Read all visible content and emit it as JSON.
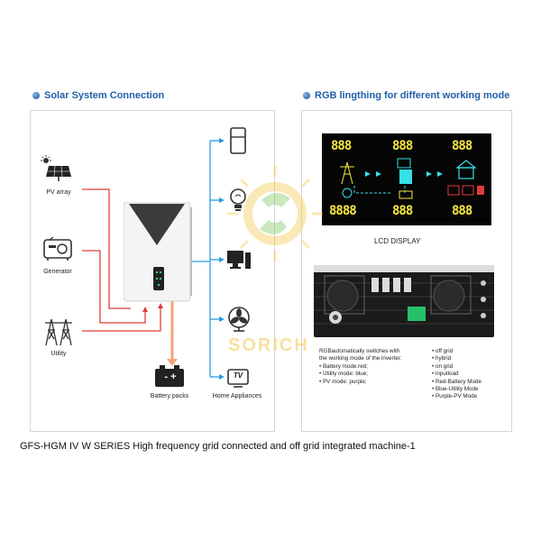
{
  "left": {
    "title": "Solar System Connection",
    "sources": [
      {
        "label": "PV array",
        "icon": "solar-panel-icon"
      },
      {
        "label": "Generator",
        "icon": "generator-icon"
      },
      {
        "label": "Utility",
        "icon": "utility-tower-icon"
      }
    ],
    "battery_label": "Battery packs",
    "appliances_label": "Home Appliances",
    "battery_terminals": "- +",
    "tv_text": "TV"
  },
  "right": {
    "title": "RGB lingthing for different working mode",
    "lcd_label": "LCD DISPLAY",
    "lcd_digits": [
      "888",
      "888",
      "888",
      "8888",
      "888",
      "888"
    ],
    "legend_left": [
      "RGBautomatically switches with",
      "the working mode of the inverter:",
      "• Battery mode:red;",
      "• Utility mode: blue;",
      "• PV mode: purple;"
    ],
    "legend_right": [
      "• off grid",
      "• hybrid",
      "• on grid",
      "• inputload",
      "• Red-Battery Mode",
      "• Blue-Utility Mode",
      "• Purple-PV Mode"
    ]
  },
  "watermark": "SORICH",
  "caption": "GFS-HGM IV W SERIES High frequency grid connected and off grid integrated machine-1",
  "colors": {
    "title_blue": "#1f5fa8",
    "wire_red": "#e03b3b",
    "wire_blue": "#2b9be0",
    "lcd_yellow": "#f4e640",
    "lcd_cyan": "#36e0e8"
  }
}
